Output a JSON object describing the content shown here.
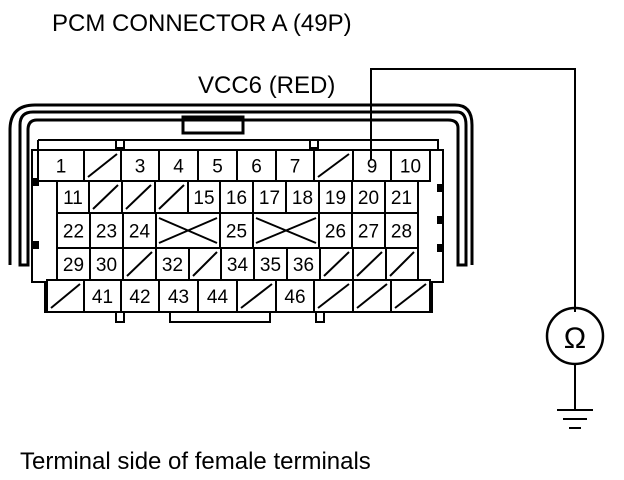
{
  "title": "PCM CONNECTOR A (49P)",
  "callout": "VCC6 (RED)",
  "caption": "Terminal side of female terminals",
  "meter": {
    "icon": "ohmmeter-icon",
    "symbol": "Ω"
  },
  "ground_icon": "ground-icon",
  "highlight_pin": "9",
  "rows": [
    [
      "1",
      "/",
      "3",
      "4",
      "5",
      "6",
      "7",
      "/",
      "9",
      "10"
    ],
    [
      "11",
      "/",
      "/",
      "/",
      "15",
      "16",
      "17",
      "18",
      "19",
      "20",
      "21"
    ],
    [
      "22",
      "23",
      "24",
      "X",
      "25",
      "X",
      "26",
      "27",
      "28"
    ],
    [
      "29",
      "30",
      "/",
      "32",
      "/",
      "34",
      "35",
      "36",
      "/",
      "/",
      "/"
    ],
    [
      "/",
      "41",
      "42",
      "43",
      "44",
      "/",
      "46",
      "/",
      "/",
      "/"
    ]
  ]
}
